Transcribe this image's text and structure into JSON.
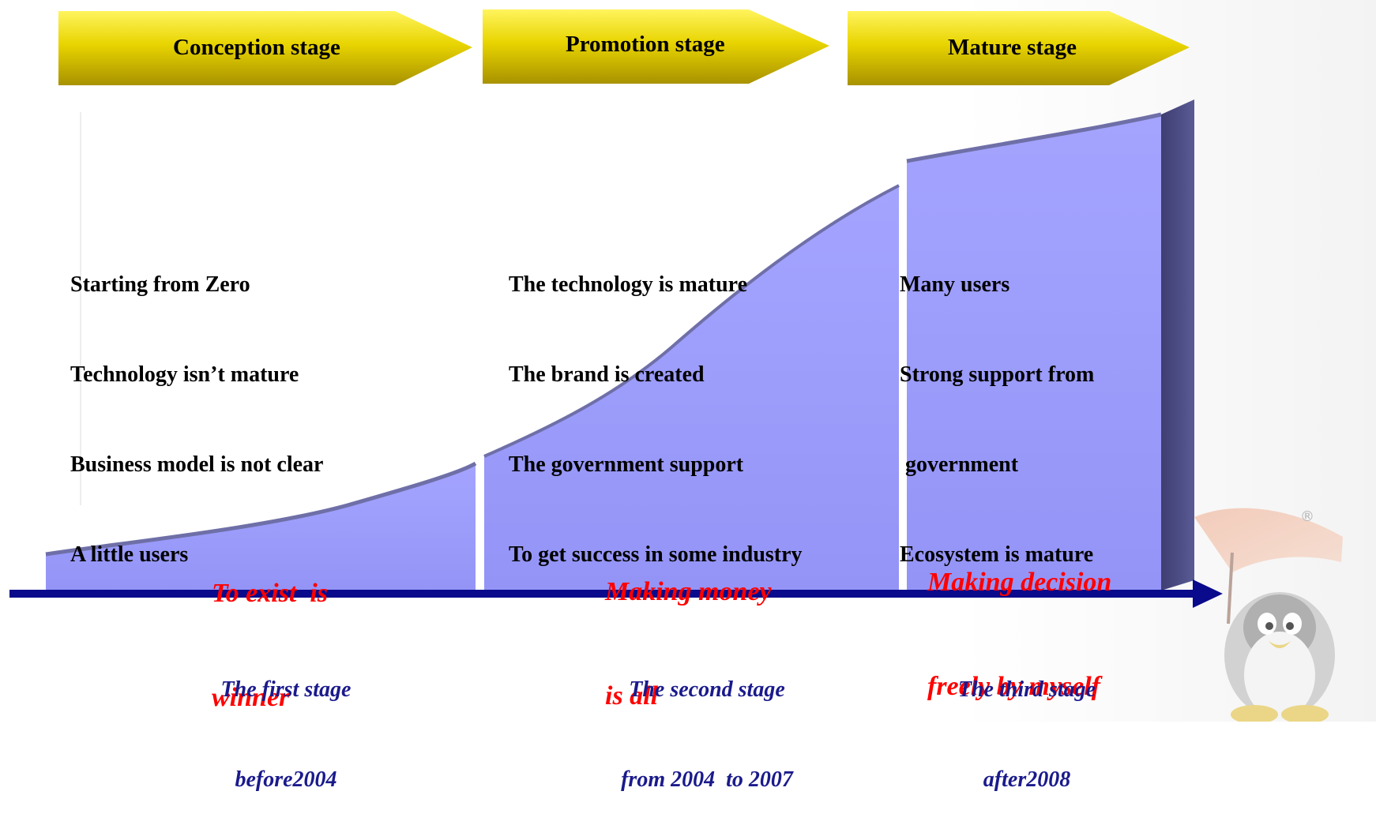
{
  "banners": [
    {
      "label": "Conception stage"
    },
    {
      "label": "Promotion  stage"
    },
    {
      "label": "Mature stage"
    }
  ],
  "descriptions": [
    {
      "lines": [
        "Starting from Zero",
        "Technology isn’t mature",
        "Business model is not clear",
        "A little users"
      ]
    },
    {
      "lines": [
        "The technology is mature",
        "The brand is created",
        "The government support",
        "To get success in some industry"
      ]
    },
    {
      "lines": [
        "Many users",
        "Strong support from",
        " government",
        "Ecosystem is mature"
      ]
    }
  ],
  "mottos": [
    {
      "lines": [
        "To exist  is",
        "winner"
      ]
    },
    {
      "lines": [
        "Making money",
        "is all"
      ]
    },
    {
      "lines": [
        "Making decision",
        "freely by myself"
      ]
    }
  ],
  "stage_labels": [
    {
      "lines": [
        "The first stage",
        "before2004"
      ]
    },
    {
      "lines": [
        "The second stage",
        "from 2004  to 2007"
      ]
    },
    {
      "lines": [
        "The third stage",
        "after2008"
      ]
    }
  ],
  "logo": {
    "registered_mark": "®",
    "icon": "penguin-with-umbrella-icon"
  },
  "colors": {
    "banner_light": "#fff25a",
    "banner_dark": "#a89200",
    "area_fill": "#9c9cff",
    "area_side": "#4b4b80",
    "axis": "#0a0a8c",
    "motto": "#ff0000",
    "stage_label": "#1a1a8c"
  }
}
